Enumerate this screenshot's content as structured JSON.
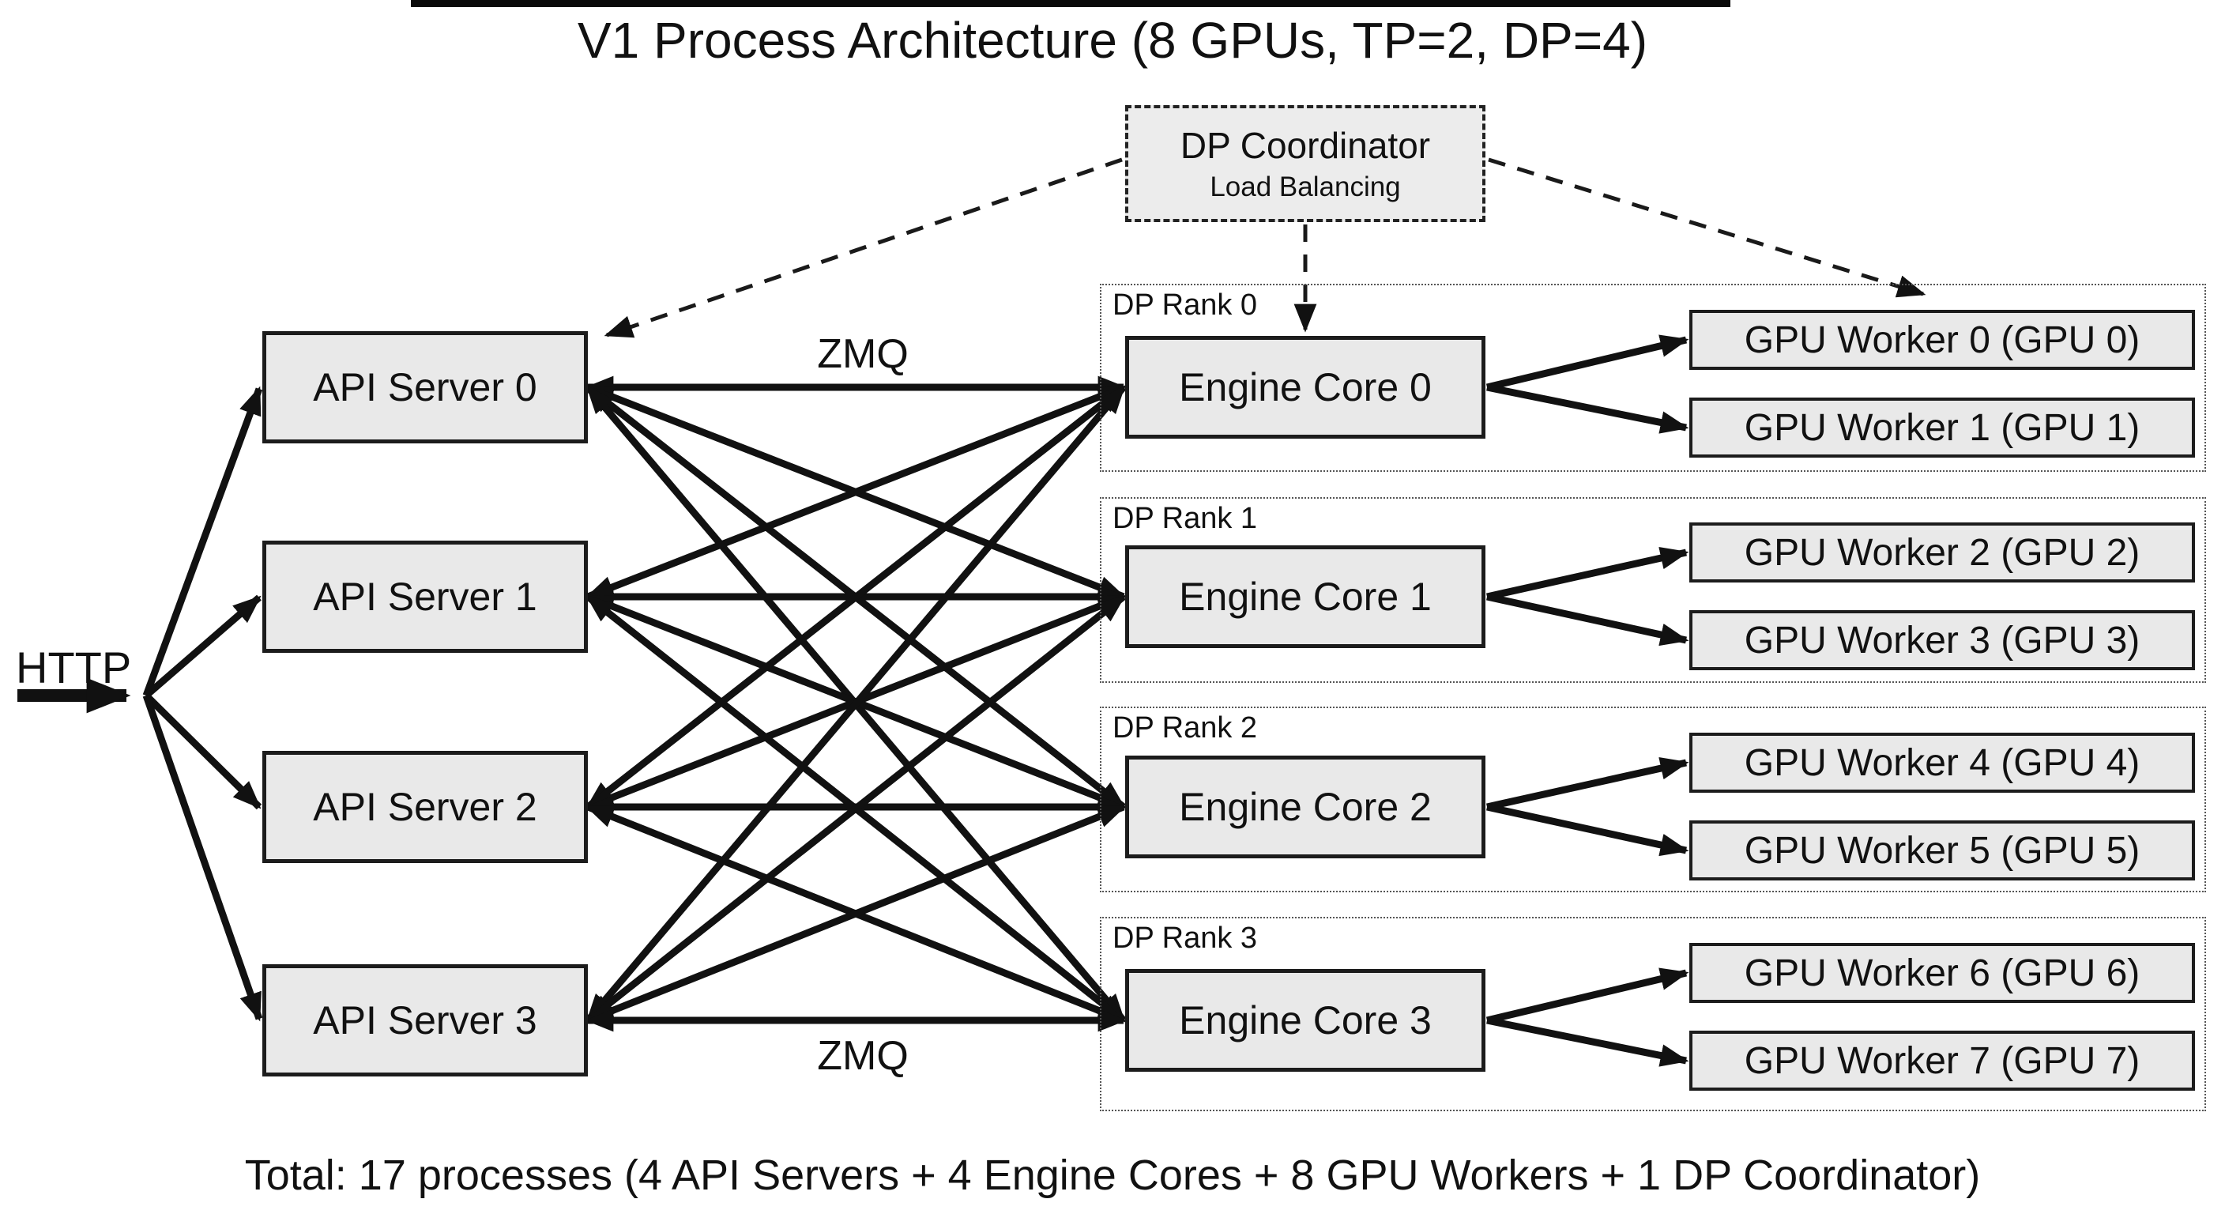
{
  "title": "V1 Process Architecture (8 GPUs, TP=2, DP=4)",
  "coordinator": {
    "title": "DP Coordinator",
    "subtitle": "Load Balancing"
  },
  "http": {
    "label": "HTTP"
  },
  "zmq": {
    "top": "ZMQ",
    "bottom": "ZMQ"
  },
  "api_servers": [
    {
      "label": "API Server 0"
    },
    {
      "label": "API Server 1"
    },
    {
      "label": "API Server 2"
    },
    {
      "label": "API Server 3"
    }
  ],
  "dp_ranks": [
    {
      "label": "DP Rank 0",
      "engine": {
        "label": "Engine Core 0"
      },
      "workers": [
        {
          "label": "GPU Worker 0 (GPU 0)"
        },
        {
          "label": "GPU Worker 1 (GPU 1)"
        }
      ]
    },
    {
      "label": "DP Rank 1",
      "engine": {
        "label": "Engine Core 1"
      },
      "workers": [
        {
          "label": "GPU Worker 2 (GPU 2)"
        },
        {
          "label": "GPU Worker 3 (GPU 3)"
        }
      ]
    },
    {
      "label": "DP Rank 2",
      "engine": {
        "label": "Engine Core 2"
      },
      "workers": [
        {
          "label": "GPU Worker 4 (GPU 4)"
        },
        {
          "label": "GPU Worker 5 (GPU 5)"
        }
      ]
    },
    {
      "label": "DP Rank 3",
      "engine": {
        "label": "Engine Core 3"
      },
      "workers": [
        {
          "label": "GPU Worker 6 (GPU 6)"
        },
        {
          "label": "GPU Worker 7 (GPU 7)"
        }
      ]
    }
  ],
  "footer": "Total: 17 processes (4 API Servers + 4 Engine Cores + 8 GPU Workers + 1 DP Coordinator)",
  "colors": {
    "background": "#ffffff",
    "box_fill": "#e9e9e9",
    "box_border": "#1c1c1c",
    "line": "#111111",
    "text": "#111111"
  }
}
